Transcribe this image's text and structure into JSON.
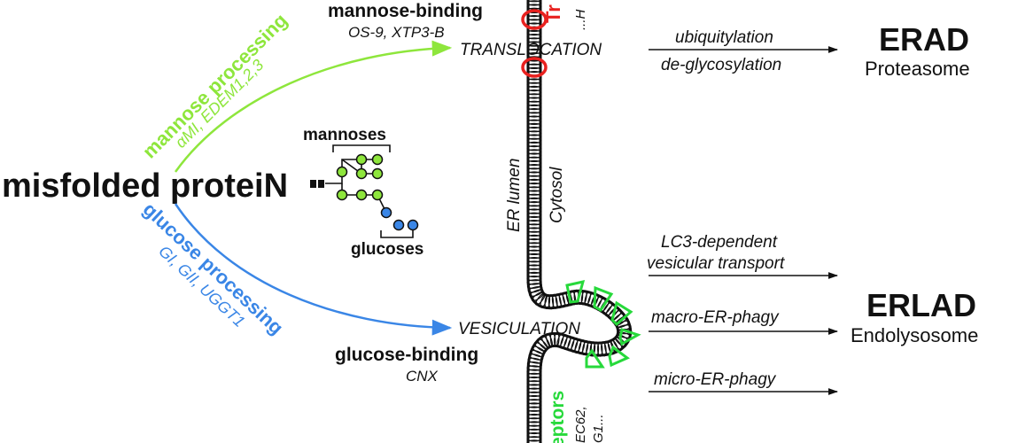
{
  "colors": {
    "mannose": "#8ee63c",
    "glucose": "#3a86e6",
    "translocon": "#e8211f",
    "receptor": "#27d93b",
    "ink": "#111111"
  },
  "left": {
    "protein_label": "misfolded proteiN",
    "mannose_processing": {
      "title": "mannose processing",
      "enzymes": "αMI, EDEM1,2,3"
    },
    "glucose_processing": {
      "title": "glucose processing",
      "enzymes": "GI, GII, UGGT1"
    },
    "glycan": {
      "mannoses_label": "mannoses",
      "glucoses_label": "glucoses"
    }
  },
  "top": {
    "mannose_binding": {
      "title": "mannose-binding",
      "factors": "OS-9, XTP3-B"
    },
    "translocation_label": "TRANSLOCATION",
    "translocon_label_partial": "Tr",
    "hrd_label_partial": "...H",
    "ubiquitylation": "ubiquitylation",
    "deglycosylation": "de-glycosylation",
    "erad_title": "ERAD",
    "erad_subtitle": "Proteasome"
  },
  "membrane": {
    "lumen_label": "ER lumen",
    "cytosol_label": "Cytosol"
  },
  "bottom": {
    "vesiculation_label": "VESICULATION",
    "glucose_binding": {
      "title": "glucose-binding",
      "factors": "CNX"
    },
    "receptors_partial": "eptors",
    "receptor_names_partial_1": "EC62,",
    "receptor_names_partial_2": "G1...",
    "lc3_line1": "LC3-dependent",
    "lc3_line2": "vesicular transport",
    "macro_er_phagy": "macro-ER-phagy",
    "micro_er_phagy": "micro-ER-phagy",
    "erlad_title": "ERLAD",
    "erlad_subtitle": "Endolysosome"
  }
}
